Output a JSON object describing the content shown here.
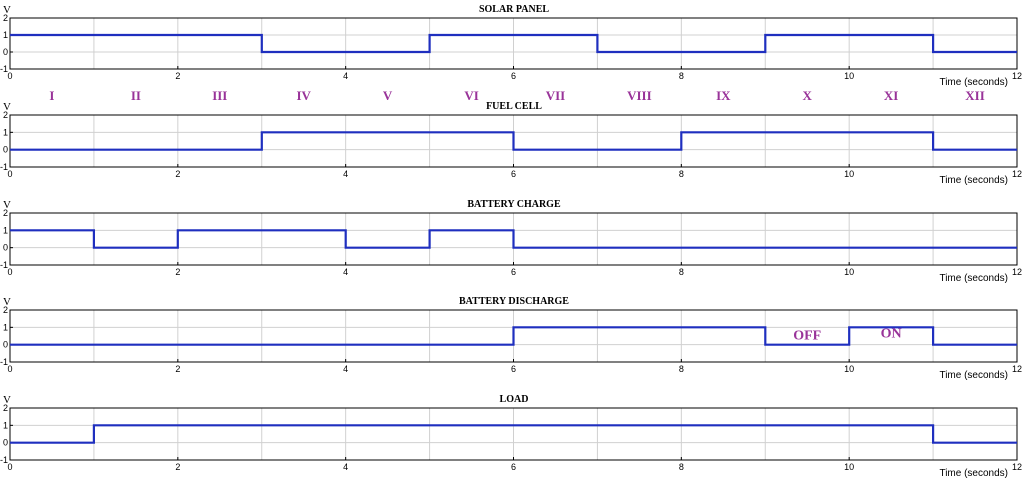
{
  "chart_data": [
    {
      "type": "line",
      "title": "SOLAR PANEL",
      "ylabel": "V",
      "xlabel": "Time (seconds)",
      "xlim": [
        0,
        12
      ],
      "ylim": [
        -1,
        2
      ],
      "x_ticks": [
        0,
        2,
        4,
        6,
        8,
        10,
        12
      ],
      "y_ticks": [
        2,
        1,
        0,
        -1
      ],
      "grid": true,
      "series": [
        {
          "x": [
            0,
            3,
            3,
            5,
            5,
            7,
            7,
            9,
            9,
            11,
            11,
            12
          ],
          "y": [
            1,
            1,
            0,
            0,
            1,
            1,
            0,
            0,
            1,
            1,
            0,
            0
          ]
        }
      ]
    },
    {
      "type": "line",
      "title": "FUEL CELL",
      "ylabel": "V",
      "xlabel": "Time (seconds)",
      "xlim": [
        0,
        12
      ],
      "ylim": [
        -1,
        2
      ],
      "x_ticks": [
        0,
        2,
        4,
        6,
        8,
        10,
        12
      ],
      "y_ticks": [
        2,
        1,
        0,
        -1
      ],
      "grid": true,
      "series": [
        {
          "x": [
            0,
            3,
            3,
            6,
            6,
            8,
            8,
            11,
            11,
            12
          ],
          "y": [
            0,
            0,
            1,
            1,
            0,
            0,
            1,
            1,
            0,
            0
          ]
        }
      ]
    },
    {
      "type": "line",
      "title": "BATTERY CHARGE",
      "ylabel": "V",
      "xlabel": "Time (seconds)",
      "xlim": [
        0,
        12
      ],
      "ylim": [
        -1,
        2
      ],
      "x_ticks": [
        0,
        2,
        4,
        6,
        8,
        10,
        12
      ],
      "y_ticks": [
        2,
        1,
        0,
        -1
      ],
      "grid": true,
      "series": [
        {
          "x": [
            0,
            1,
            1,
            2,
            2,
            4,
            4,
            5,
            5,
            6,
            6,
            12
          ],
          "y": [
            1,
            1,
            0,
            0,
            1,
            1,
            0,
            0,
            1,
            1,
            0,
            0
          ]
        }
      ]
    },
    {
      "type": "line",
      "title": "BATTERY DISCHARGE",
      "ylabel": "V",
      "xlabel": "Time (seconds)",
      "xlim": [
        0,
        12
      ],
      "ylim": [
        -1,
        2
      ],
      "x_ticks": [
        0,
        2,
        4,
        6,
        8,
        10,
        12
      ],
      "y_ticks": [
        2,
        1,
        0,
        -1
      ],
      "grid": true,
      "series": [
        {
          "x": [
            0,
            6,
            6,
            9,
            9,
            10,
            10,
            11,
            11,
            12
          ],
          "y": [
            0,
            0,
            1,
            1,
            0,
            0,
            1,
            1,
            0,
            0
          ]
        }
      ],
      "annotations": [
        {
          "text": "OFF",
          "x": 9.5,
          "y": 0.3
        },
        {
          "text": "ON",
          "x": 10.5,
          "y": 0.4
        }
      ]
    },
    {
      "type": "line",
      "title": "LOAD",
      "ylabel": "V",
      "xlabel": "Time (seconds)",
      "xlim": [
        0,
        12
      ],
      "ylim": [
        -1,
        2
      ],
      "x_ticks": [
        0,
        2,
        4,
        6,
        8,
        10,
        12
      ],
      "y_ticks": [
        2,
        1,
        0,
        -1
      ],
      "grid": true,
      "series": [
        {
          "x": [
            0,
            1,
            1,
            11,
            11,
            12
          ],
          "y": [
            0,
            0,
            1,
            1,
            0,
            0
          ]
        }
      ]
    }
  ],
  "interval_labels": [
    "I",
    "II",
    "III",
    "IV",
    "V",
    "VI",
    "VII",
    "VIII",
    "IX",
    "X",
    "XI",
    "XII"
  ],
  "colors": {
    "trace": "#1f2fbf",
    "annotation": "#993399",
    "grid": "#d0d0d0",
    "axis": "#000000"
  }
}
